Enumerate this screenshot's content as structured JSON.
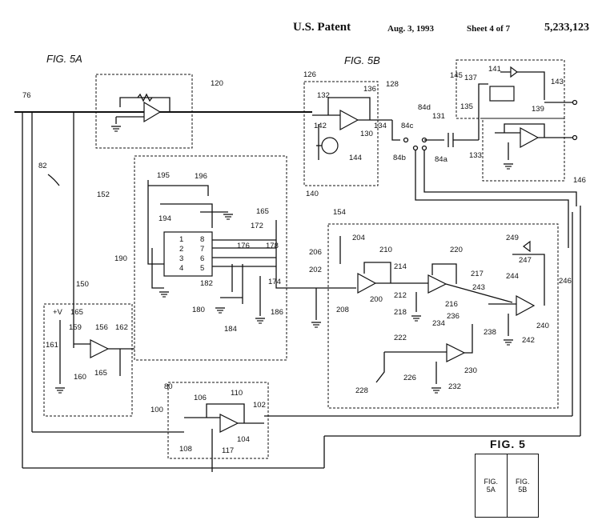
{
  "header": {
    "title": "U.S. Patent",
    "date": "Aug. 3, 1993",
    "sheet": "Sheet 4 of 7",
    "patent_number": "5,233,123"
  },
  "figures": {
    "fig5a": "FIG. 5A",
    "fig5b": "FIG. 5B",
    "fig5": "FIG. 5"
  },
  "key": {
    "left_top": "FIG.",
    "left_bottom": "5A",
    "right_top": "FIG.",
    "right_bottom": "5B"
  },
  "refs": {
    "r76": "76",
    "r82": "82",
    "r120": "120",
    "r152": "152",
    "r150": "150",
    "r80": "80",
    "r126": "126",
    "r128": "128",
    "r132": "132",
    "r136": "136",
    "r130": "130",
    "r134": "134",
    "r142": "142",
    "r144": "144",
    "r140": "140",
    "r84c": "84c",
    "r84d": "84d",
    "r84b": "84b",
    "r84a": "84a",
    "r131": "131",
    "r133": "133",
    "r135": "135",
    "r145": "145",
    "r137": "137",
    "r141": "141",
    "r143": "143",
    "r139": "139",
    "r146": "146",
    "r154": "154",
    "r195": "195",
    "r196": "196",
    "r194": "194",
    "r165": "165",
    "r172": "172",
    "r176": "176",
    "r178": "178",
    "r174": "174",
    "r190": "190",
    "r182": "182",
    "r180": "180",
    "r184": "184",
    "r186": "186",
    "r202": "202",
    "r208": "208",
    "r204": "204",
    "r206": "206",
    "r210": "210",
    "r214": "214",
    "r212": "212",
    "r200": "200",
    "r218": "218",
    "r220": "220",
    "r217": "217",
    "r216": "216",
    "r249": "249",
    "r247": "247",
    "r244": "244",
    "r246": "246",
    "r243": "243",
    "r238": "238",
    "r240": "240",
    "r242": "242",
    "r222": "222",
    "r234": "234",
    "r236": "236",
    "r226": "226",
    "r228": "228",
    "r230": "230",
    "r232": "232",
    "rv": "+V",
    "r165b": "165",
    "r159": "159",
    "r156": "156",
    "r162": "162",
    "r161": "161",
    "r160": "160",
    "r165c": "165",
    "r106": "106",
    "r110": "110",
    "r100": "100",
    "r102": "102",
    "r108": "108",
    "r104": "104",
    "r117": "117",
    "p1": "1",
    "p2": "2",
    "p3": "3",
    "p4": "4",
    "p5": "5",
    "p6": "6",
    "p7": "7",
    "p8": "8"
  },
  "colors": {
    "ink": "#111111",
    "paper": "#ffffff"
  }
}
